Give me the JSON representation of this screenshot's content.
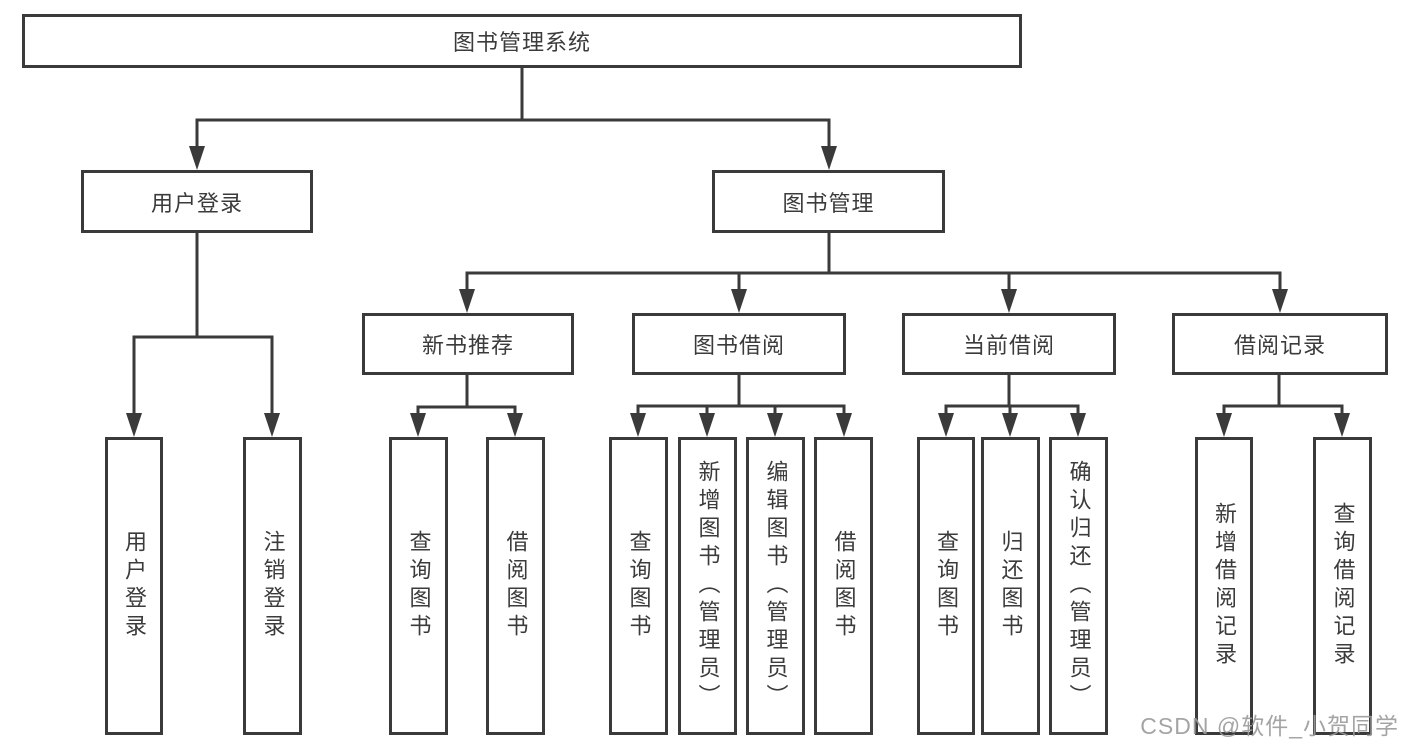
{
  "diagram": {
    "title": "图书管理系统",
    "tree": {
      "label": "图书管理系统",
      "children": [
        {
          "label": "用户登录",
          "children": [
            {
              "label": "用户登录"
            },
            {
              "label": "注销登录"
            }
          ]
        },
        {
          "label": "图书管理",
          "children": [
            {
              "label": "新书推荐",
              "children": [
                {
                  "label": "查询图书"
                },
                {
                  "label": "借阅图书"
                }
              ]
            },
            {
              "label": "图书借阅",
              "children": [
                {
                  "label": "查询图书"
                },
                {
                  "label": "新增图书（管理员）"
                },
                {
                  "label": "编辑图书（管理员）"
                },
                {
                  "label": "借阅图书"
                }
              ]
            },
            {
              "label": "当前借阅",
              "children": [
                {
                  "label": "查询图书"
                },
                {
                  "label": "归还图书"
                },
                {
                  "label": "确认归还（管理员）"
                }
              ]
            },
            {
              "label": "借阅记录",
              "children": [
                {
                  "label": "新增借阅记录"
                },
                {
                  "label": "查询借阅记录"
                }
              ]
            }
          ]
        }
      ]
    }
  },
  "watermark": {
    "text": "CSDN @软件_小贺同学"
  },
  "colors": {
    "stroke": "#3a3a3a",
    "background": "#ffffff",
    "box_fill": "#ffffff",
    "text": "#3b3b3b",
    "watermark": "#9b9b9b"
  }
}
